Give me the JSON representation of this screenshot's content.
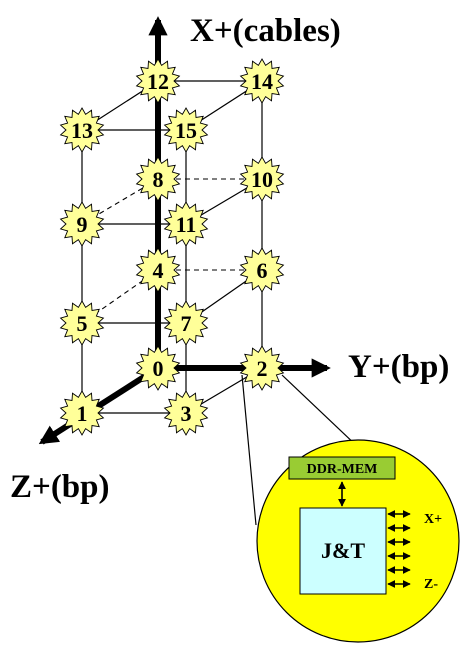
{
  "axes": {
    "x_label": "X+(cables)",
    "y_label": "Y+(bp)",
    "z_label": "Z+(bp)"
  },
  "nodes": [
    "0",
    "1",
    "2",
    "3",
    "4",
    "5",
    "6",
    "7",
    "8",
    "9",
    "10",
    "11",
    "12",
    "13",
    "14",
    "15"
  ],
  "detail": {
    "memory_label": "DDR-MEM",
    "chip_label": "J&T",
    "port_top": "X+",
    "port_bottom": "Z-"
  },
  "colors": {
    "node_fill": "#ffff99",
    "detail_circle": "#ffff00",
    "memory_box": "#99cc33",
    "chip_box": "#ccffff"
  }
}
